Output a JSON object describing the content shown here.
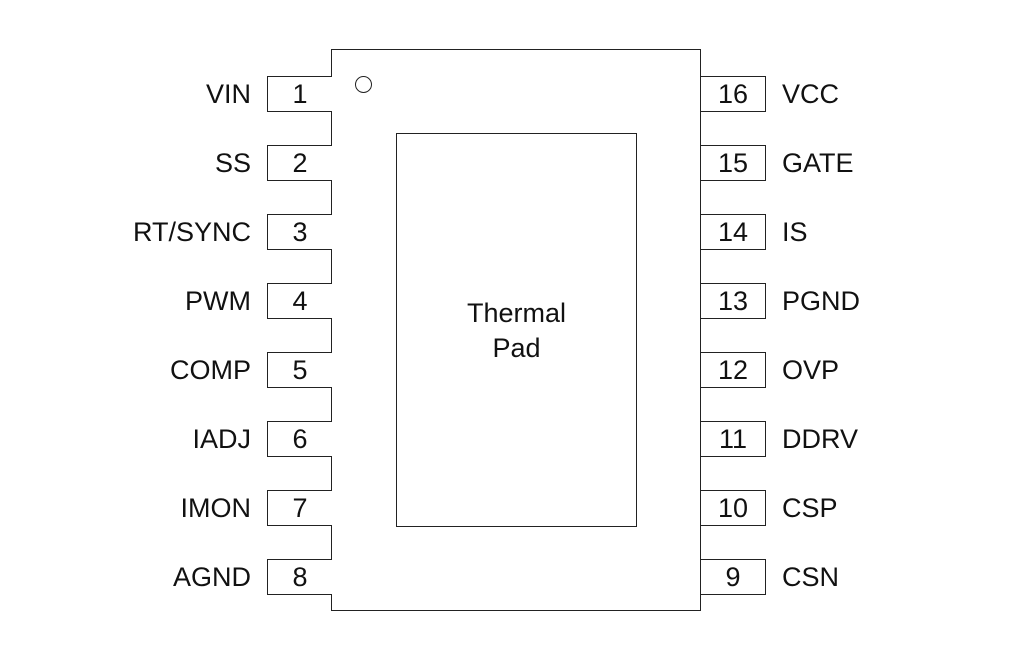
{
  "package": {
    "thermal_pad_label": "Thermal\nPad"
  },
  "pins": {
    "left": [
      {
        "number": "1",
        "name": "VIN"
      },
      {
        "number": "2",
        "name": "SS"
      },
      {
        "number": "3",
        "name": "RT/SYNC"
      },
      {
        "number": "4",
        "name": "PWM"
      },
      {
        "number": "5",
        "name": "COMP"
      },
      {
        "number": "6",
        "name": "IADJ"
      },
      {
        "number": "7",
        "name": "IMON"
      },
      {
        "number": "8",
        "name": "AGND"
      }
    ],
    "right": [
      {
        "number": "16",
        "name": "VCC"
      },
      {
        "number": "15",
        "name": "GATE"
      },
      {
        "number": "14",
        "name": "IS"
      },
      {
        "number": "13",
        "name": "PGND"
      },
      {
        "number": "12",
        "name": "OVP"
      },
      {
        "number": "11",
        "name": "DDRV"
      },
      {
        "number": "10",
        "name": "CSP"
      },
      {
        "number": "9",
        "name": "CSN"
      }
    ]
  }
}
